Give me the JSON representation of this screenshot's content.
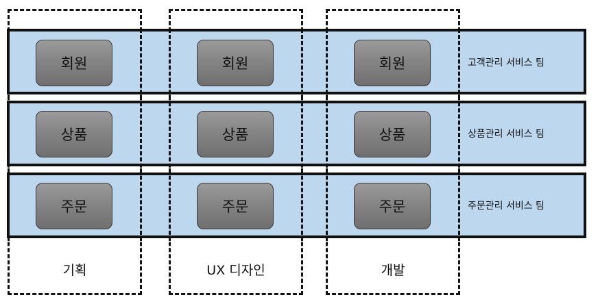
{
  "columns": [
    {
      "label": "기획"
    },
    {
      "label": "UX 디자인"
    },
    {
      "label": "개발"
    }
  ],
  "rows": [
    {
      "domain": "회원",
      "team": "고객관리 서비스 팀"
    },
    {
      "domain": "상품",
      "team": "상품관리 서비스 팀"
    },
    {
      "domain": "주문",
      "team": "주문관리 서비스 팀"
    }
  ],
  "colors": {
    "row_fill": "#bdd7ee",
    "box_fill": "#858585",
    "line": "#111111"
  }
}
